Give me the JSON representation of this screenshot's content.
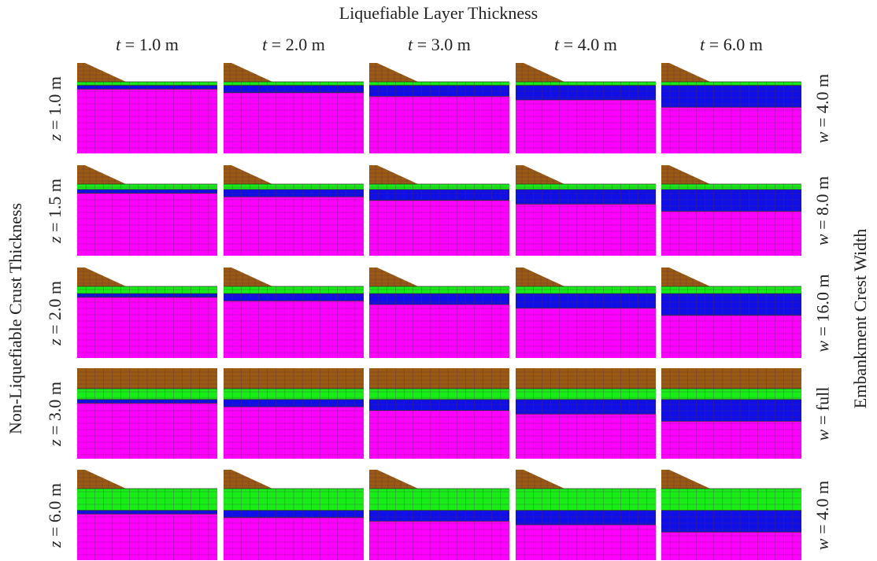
{
  "top_title": "Liquefiable Layer Thickness",
  "left_title": "Non-Liquefiable Crust Thickness",
  "right_title": "Embankment Crest Width",
  "columns": [
    {
      "var": "t",
      "text": " = 1.0 m",
      "t": 1.0
    },
    {
      "var": "t",
      "text": " = 2.0 m",
      "t": 2.0
    },
    {
      "var": "t",
      "text": " = 3.0 m",
      "t": 3.0
    },
    {
      "var": "t",
      "text": " = 4.0 m",
      "t": 4.0
    },
    {
      "var": "t",
      "text": " = 6.0 m",
      "t": 6.0
    }
  ],
  "rows": [
    {
      "var": "z",
      "text": " = 1.0 m",
      "z": 1.0,
      "w_var": "w",
      "w_text": " = 4.0 m",
      "embankment": "slope"
    },
    {
      "var": "z",
      "text": " = 1.5 m",
      "z": 1.5,
      "w_var": "w",
      "w_text": " = 8.0 m",
      "embankment": "slope"
    },
    {
      "var": "z",
      "text": " = 2.0 m",
      "z": 2.0,
      "w_var": "w",
      "w_text": " = 16.0 m",
      "embankment": "slope"
    },
    {
      "var": "z",
      "text": " = 3.0 m",
      "z": 3.0,
      "w_var": "w",
      "w_text": " = full",
      "embankment": "full"
    },
    {
      "var": "z",
      "text": " = 6.0 m",
      "z": 6.0,
      "w_var": "w",
      "w_text": " = 4.0 m",
      "embankment": "slope"
    }
  ],
  "colors": {
    "embankment": "#9a5a12",
    "crust": "#17ee17",
    "liquefiable": "#1010e6",
    "base": "#ff00ff",
    "mesh_line": "#5a2a5a"
  }
}
